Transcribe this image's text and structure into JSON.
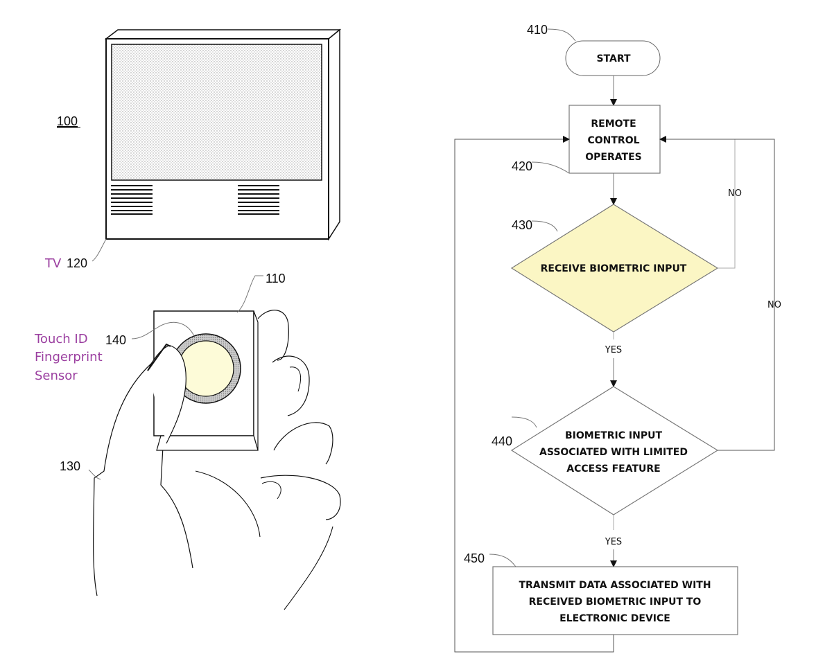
{
  "figure": {
    "ref_system": "100",
    "tv": {
      "label": "TV",
      "ref": "120"
    },
    "remote": {
      "ref": "110"
    },
    "hand": {
      "ref": "130"
    },
    "sensor": {
      "ref": "140",
      "label_lines": [
        "Touch ID",
        "Fingerprint",
        "Sensor"
      ]
    }
  },
  "flowchart": {
    "start": {
      "ref": "410",
      "text": "START"
    },
    "remote_operates": {
      "ref": "420",
      "lines": [
        "REMOTE",
        "CONTROL",
        "OPERATES"
      ]
    },
    "receive_input": {
      "ref": "430",
      "text": "RECEIVE BIOMETRIC INPUT"
    },
    "associated": {
      "ref": "440",
      "lines": [
        "BIOMETRIC INPUT",
        "ASSOCIATED WITH LIMITED",
        "ACCESS FEATURE"
      ]
    },
    "transmit": {
      "ref": "450",
      "lines": [
        "TRANSMIT DATA ASSOCIATED WITH",
        "RECEIVED BIOMETRIC INPUT TO",
        "ELECTRONIC DEVICE"
      ]
    },
    "labels": {
      "yes1": "YES",
      "yes2": "YES",
      "no1": "NO",
      "no2": "NO"
    }
  },
  "colors": {
    "highlight_fill": "#fbf6c4",
    "sensor_fill": "#fdfbd8",
    "label_purple": "#9b3fa0"
  }
}
